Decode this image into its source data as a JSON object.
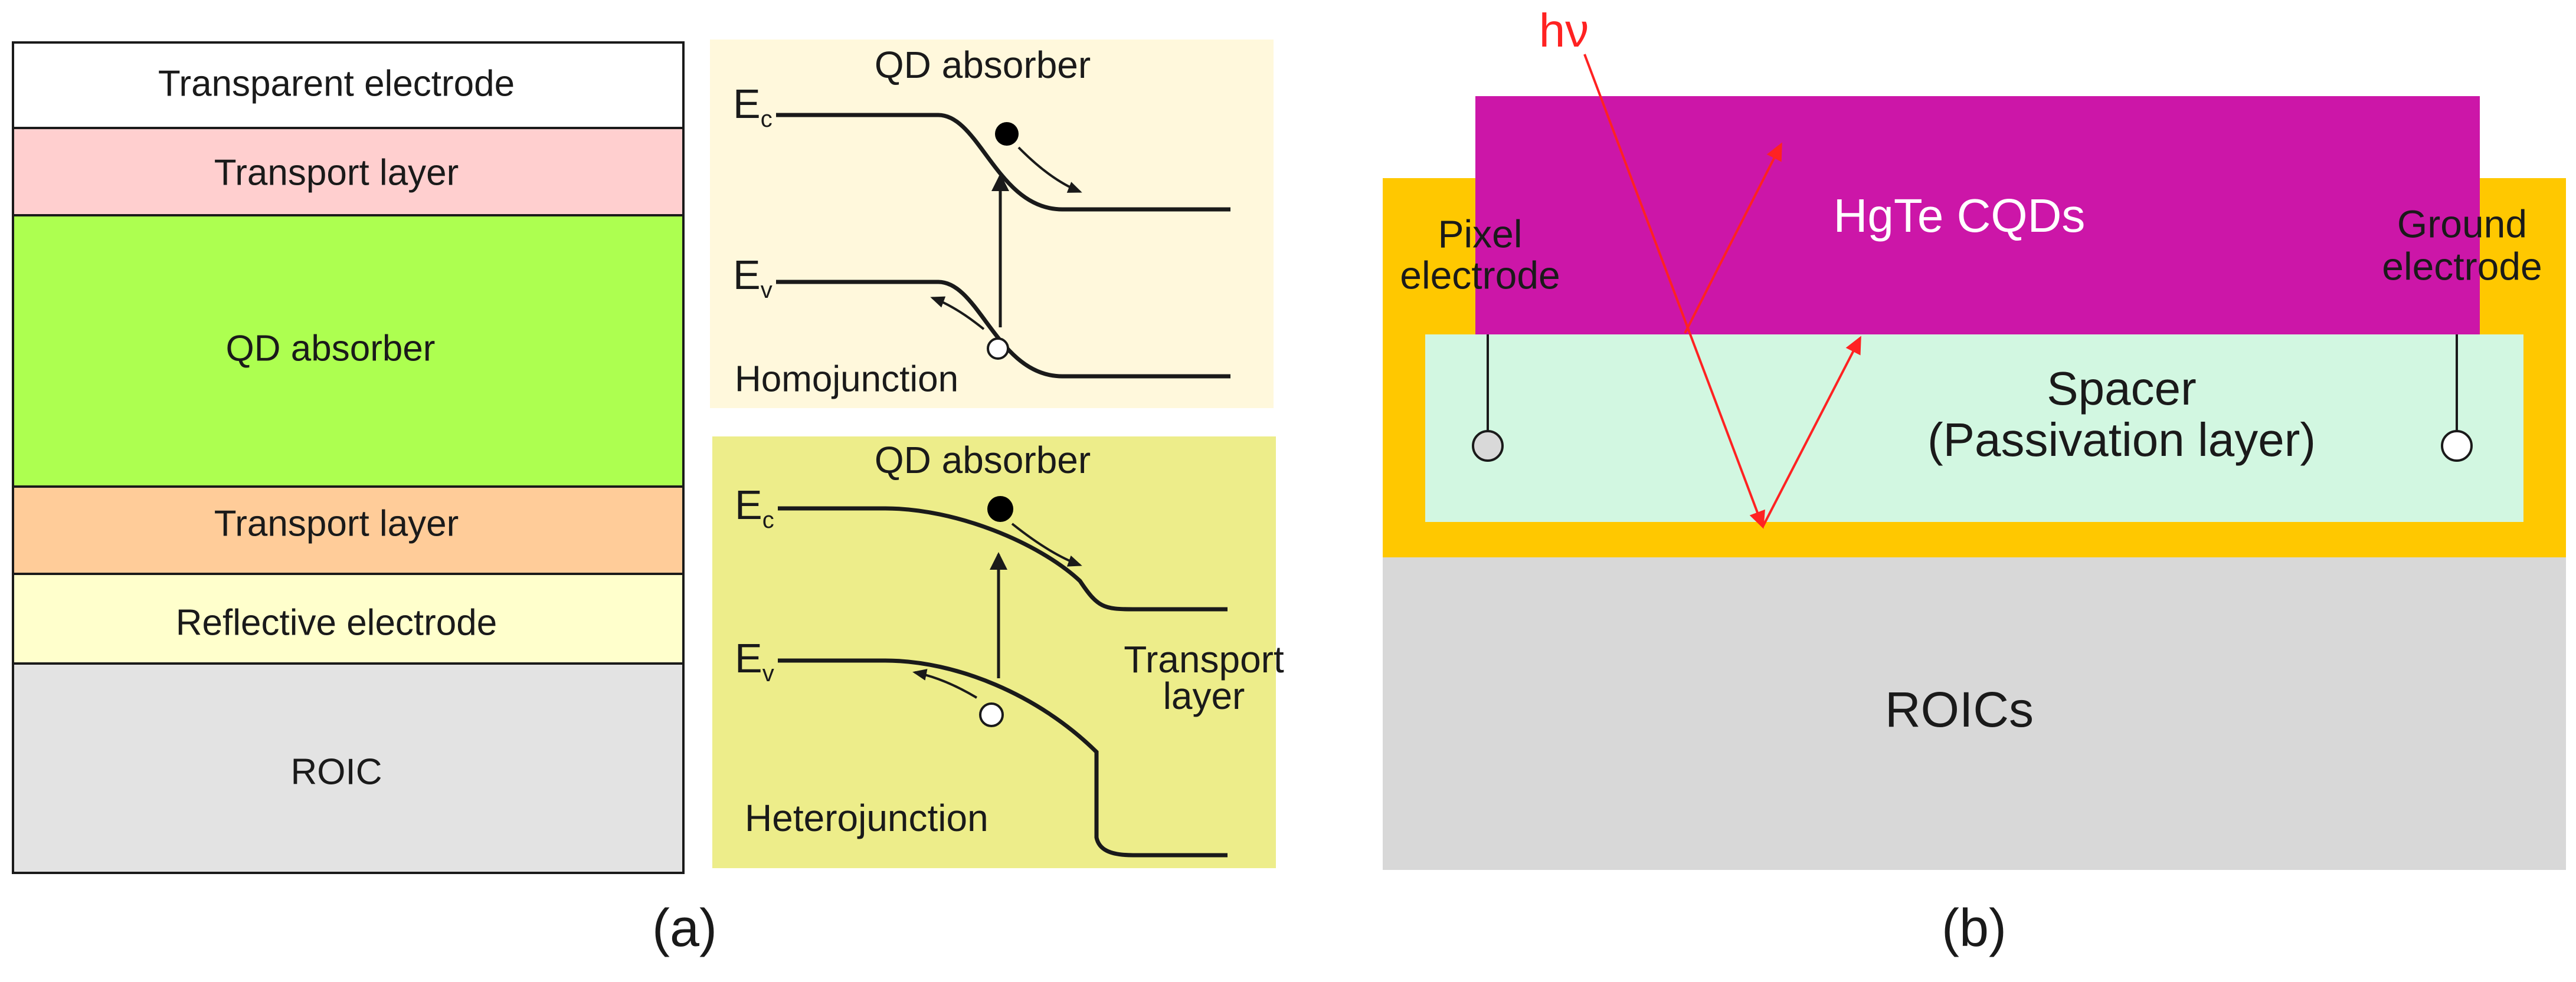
{
  "colors": {
    "outline": "#1a1a1a",
    "transparent_electrode": "#ffffff",
    "transport_layer_top": "#ffcfcf",
    "qd_absorber": "#adff50",
    "transport_layer_bottom": "#ffcc99",
    "reflective_electrode": "#ffffcc",
    "roic": "#e3e3e3",
    "homojunction_bg": "#fff8dc",
    "heterojunction_bg": "#eded8a",
    "hgte_cqds": "#cc16a8",
    "electrode_gold": "#ffc800",
    "spacer": "#d2f7e1",
    "roics_gray": "#d8d8d8",
    "light_ray": "#ff2222"
  },
  "panel_a": {
    "stack_layers": [
      {
        "label": "Transparent electrode",
        "color_key": "transparent_electrode"
      },
      {
        "label": "Transport layer",
        "color_key": "transport_layer_top"
      },
      {
        "label": "QD absorber",
        "color_key": "qd_absorber"
      },
      {
        "label": "Transport layer",
        "color_key": "transport_layer_bottom"
      },
      {
        "label": "Reflective electrode",
        "color_key": "reflective_electrode"
      },
      {
        "label": "ROIC",
        "color_key": "roic"
      }
    ],
    "homojunction": {
      "title": "QD absorber",
      "ec": "E",
      "ec_sub": "c",
      "ev": "E",
      "ev_sub": "v",
      "junction": "Homojunction"
    },
    "heterojunction": {
      "title": "QD absorber",
      "ec": "E",
      "ec_sub": "c",
      "ev": "E",
      "ev_sub": "v",
      "transport_line1": "Transport",
      "transport_line2": "layer",
      "junction": "Heterojunction"
    },
    "caption": "(a)"
  },
  "panel_b": {
    "photon": "hν",
    "hgte": "HgTe CQDs",
    "pixel_line1": "Pixel",
    "pixel_line2": "electrode",
    "ground_line1": "Ground",
    "ground_line2": "electrode",
    "spacer_line1": "Spacer",
    "spacer_line2": "(Passivation layer)",
    "roics": "ROICs",
    "caption": "(b)"
  }
}
